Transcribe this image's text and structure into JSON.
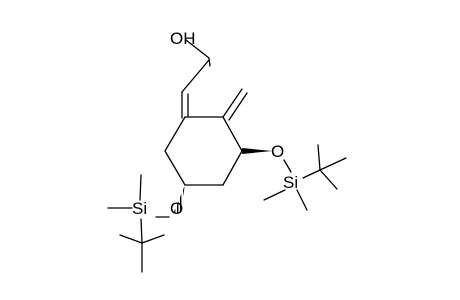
{
  "molecule": {
    "atoms": [
      {
        "id": "hydroxyl",
        "label": "OH"
      },
      {
        "id": "ether-o-right",
        "label": "O"
      },
      {
        "id": "silicon-right",
        "label": "Si"
      },
      {
        "id": "silicon-left",
        "label": "Si"
      },
      {
        "id": "ether-o-left",
        "label": "O"
      }
    ]
  }
}
